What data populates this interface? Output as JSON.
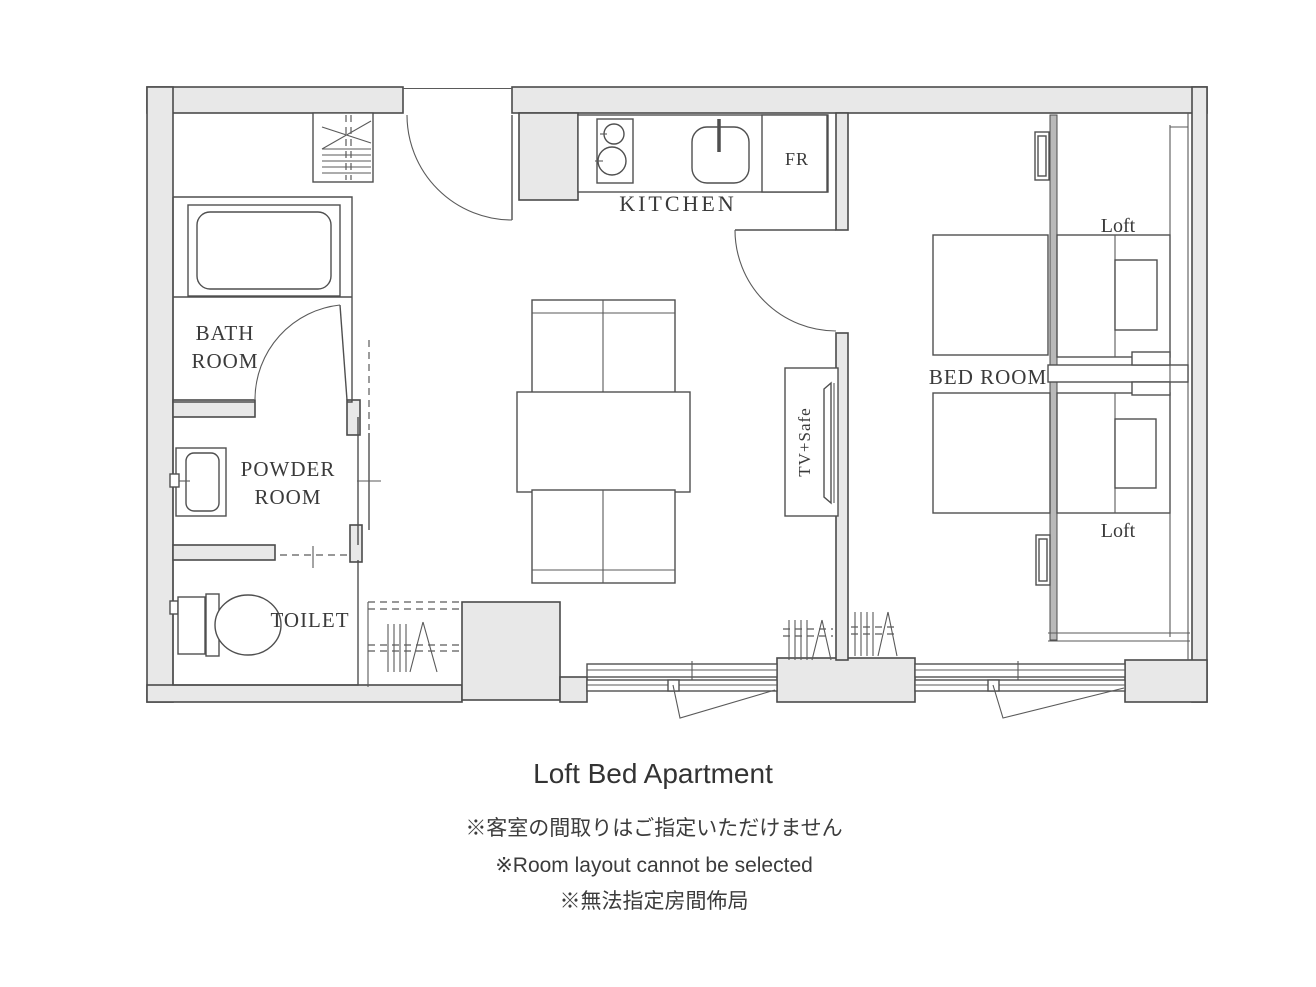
{
  "plan": {
    "labels": {
      "kitchen": "KITCHEN",
      "fridge": "FR",
      "bath_line1": "BATH",
      "bath_line2": "ROOM",
      "powder_line1": "POWDER",
      "powder_line2": "ROOM",
      "toilet": "TOILET",
      "bedroom": "BED ROOM",
      "loft_upper": "Loft",
      "loft_lower": "Loft",
      "tv_safe": "TV+Safe"
    },
    "fixtures": [
      "entry-closet",
      "entry-door",
      "bathtub",
      "bathroom-door",
      "vanity-sink",
      "toilet-fixture",
      "kitchen-stove",
      "kitchen-sink",
      "fridge",
      "dining-table",
      "bench-seat-top",
      "bench-seat-bottom",
      "tv-stand",
      "bedroom-door",
      "bed-upper",
      "bed-lower",
      "loft-platform-upper",
      "loft-platform-lower",
      "loft-ladder-living",
      "loft-ladder-bedroom",
      "window-left",
      "window-right"
    ]
  },
  "caption": {
    "title": "Loft Bed Apartment",
    "note_jp": "※客室の間取りはご指定いただけません",
    "note_en": "※Room layout cannot be selected",
    "note_zh": "※無法指定房間佈局"
  },
  "colors": {
    "background": "#ffffff",
    "wall_fill": "#e8e8e8",
    "line": "#4b4b4b",
    "text": "#3a3a3a"
  }
}
